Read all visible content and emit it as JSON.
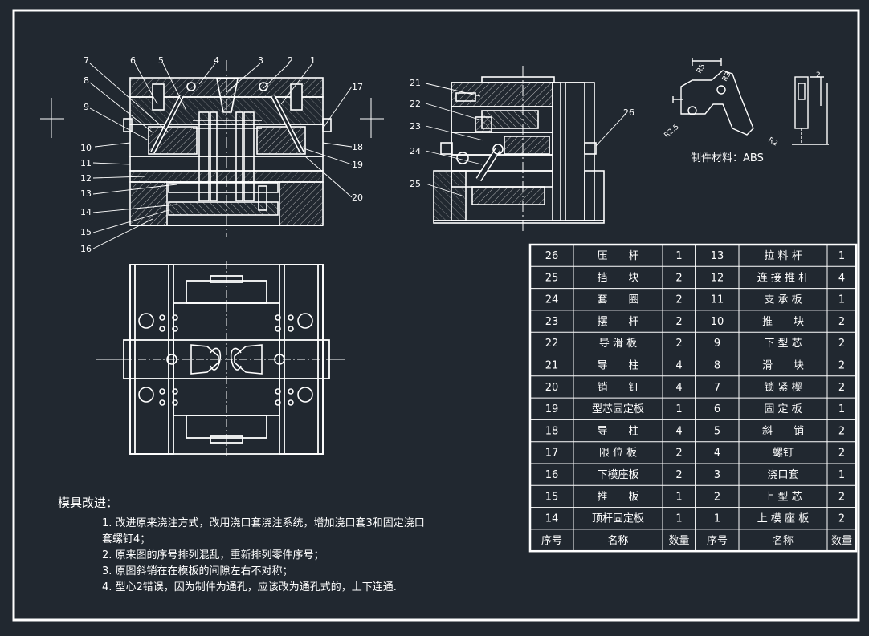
{
  "colors": {
    "background": "#212830",
    "line": "#ffffff",
    "hatch": "#d9d9d9"
  },
  "callouts_left": [
    "7",
    "6",
    "5",
    "4",
    "3",
    "2",
    "1",
    "8",
    "9",
    "10",
    "11",
    "12",
    "13",
    "14",
    "15",
    "16",
    "17",
    "18",
    "19",
    "20"
  ],
  "callouts_right": [
    "21",
    "22",
    "23",
    "24",
    "25",
    "26"
  ],
  "part_drawing": {
    "dims": [
      "R5",
      "R3",
      "R2.5",
      "R2",
      "2"
    ],
    "material_label": "制件材料：ABS"
  },
  "improvements": {
    "title": "模具改进：",
    "lines": [
      "1. 改进原来浇注方式，改用浇口套浇注系统，增加浇口套3和固定浇口",
      "套螺钉4；",
      "2. 原来图的序号排列混乱，重新排列零件序号；",
      "3. 原图斜销在在模板的间隙左右不对称；",
      "4. 型心2错误，因为制件为通孔，应该改为通孔式的，上下连通."
    ]
  },
  "parts_table": {
    "headers": [
      "序号",
      "名称",
      "数量",
      "序号",
      "名称",
      "数量"
    ],
    "rows": [
      [
        "26",
        "压　　杆",
        "1",
        "13",
        "拉 料 杆",
        "1"
      ],
      [
        "25",
        "挡　　块",
        "2",
        "12",
        "连 接 推 杆",
        "4"
      ],
      [
        "24",
        "套　　圈",
        "2",
        "11",
        "支 承 板",
        "1"
      ],
      [
        "23",
        "摆　　杆",
        "2",
        "10",
        "推　　块",
        "2"
      ],
      [
        "22",
        "导 滑 板",
        "2",
        "9",
        "下 型 芯",
        "2"
      ],
      [
        "21",
        "导　　柱",
        "4",
        "8",
        "滑　　块",
        "2"
      ],
      [
        "20",
        "销　　钉",
        "4",
        "7",
        "锁 紧 楔",
        "2"
      ],
      [
        "19",
        "型芯固定板",
        "1",
        "6",
        "固 定 板",
        "1"
      ],
      [
        "18",
        "导　　柱",
        "4",
        "5",
        "斜　　销",
        "2"
      ],
      [
        "17",
        "限 位 板",
        "2",
        "4",
        "螺钉",
        "2"
      ],
      [
        "16",
        "下模座板",
        "2",
        "3",
        "浇口套",
        "1"
      ],
      [
        "15",
        "推　　板",
        "1",
        "2",
        "上 型 芯",
        "2"
      ],
      [
        "14",
        "顶杆固定板",
        "1",
        "1",
        "上 模 座 板",
        "2"
      ]
    ]
  }
}
